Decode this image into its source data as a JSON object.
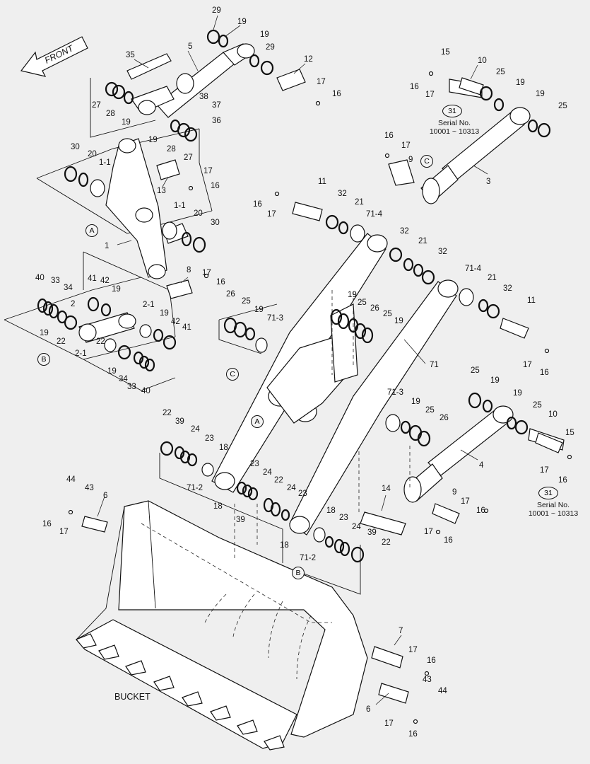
{
  "front_label": "FRONT",
  "bucket_label": "BUCKET",
  "serial_notes": [
    {
      "ref": "31",
      "line1": "Serial No.",
      "line2": "10001 ~ 10313"
    },
    {
      "ref": "31",
      "line1": "Serial No.",
      "line2": "10001 ~ 10313"
    }
  ],
  "detail_refs": [
    {
      "id": "A"
    },
    {
      "id": "A"
    },
    {
      "id": "B"
    },
    {
      "id": "B"
    },
    {
      "id": "C"
    },
    {
      "id": "C"
    }
  ],
  "callouts": [
    "29",
    "19",
    "19",
    "29",
    "35",
    "5",
    "12",
    "27",
    "28",
    "19",
    "38",
    "37",
    "36",
    "17",
    "16",
    "19",
    "28",
    "27",
    "30",
    "20",
    "1-1",
    "13",
    "17",
    "16",
    "1-1",
    "20",
    "30",
    "1",
    "8",
    "17",
    "16",
    "40",
    "33",
    "34",
    "41",
    "42",
    "19",
    "2",
    "19",
    "22",
    "2-1",
    "19",
    "42",
    "41",
    "2-1",
    "22",
    "19",
    "34",
    "33",
    "40",
    "15",
    "10",
    "25",
    "19",
    "19",
    "25",
    "16",
    "17",
    "16",
    "17",
    "9",
    "3",
    "11",
    "16",
    "17",
    "32",
    "21",
    "71-4",
    "32",
    "21",
    "32",
    "71-4",
    "21",
    "32",
    "11",
    "17",
    "16",
    "26",
    "25",
    "19",
    "71-3",
    "19",
    "25",
    "26",
    "25",
    "19",
    "71",
    "25",
    "19",
    "19",
    "25",
    "10",
    "71-3",
    "19",
    "25",
    "26",
    "15",
    "4",
    "17",
    "16",
    "22",
    "39",
    "24",
    "23",
    "18",
    "71-2",
    "18",
    "23",
    "24",
    "22",
    "24",
    "23",
    "39",
    "18",
    "14",
    "17",
    "16",
    "9",
    "17",
    "16",
    "44",
    "43",
    "6",
    "16",
    "17",
    "18",
    "23",
    "24",
    "39",
    "22",
    "71-2",
    "7",
    "17",
    "16",
    "43",
    "44",
    "6",
    "17",
    "16"
  ]
}
